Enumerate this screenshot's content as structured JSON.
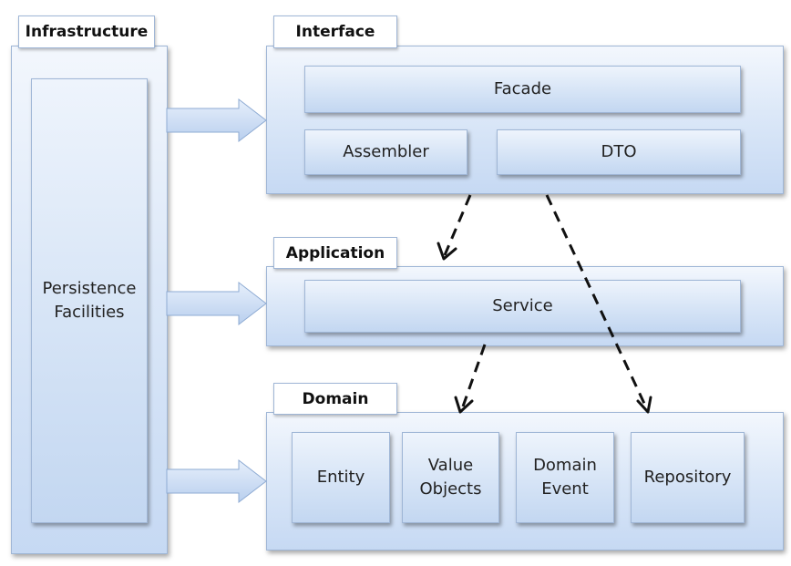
{
  "layers": {
    "infrastructure": {
      "title": "Infrastructure",
      "content": "Persistence\nFacilities"
    },
    "interface": {
      "title": "Interface",
      "components": [
        "Facade",
        "Assembler",
        "DTO"
      ]
    },
    "application": {
      "title": "Application",
      "components": [
        "Service"
      ]
    },
    "domain": {
      "title": "Domain",
      "components": [
        "Entity",
        "Value\nObjects",
        "Domain\nEvent",
        "Repository"
      ]
    }
  },
  "support_arrows": [
    "support",
    "support",
    "support"
  ],
  "colors": {
    "panel_border": "#9fb6d6",
    "panel_fill": "#d6e4f6",
    "arrow_fill": "#c9dcf4",
    "dash": "#111111"
  }
}
